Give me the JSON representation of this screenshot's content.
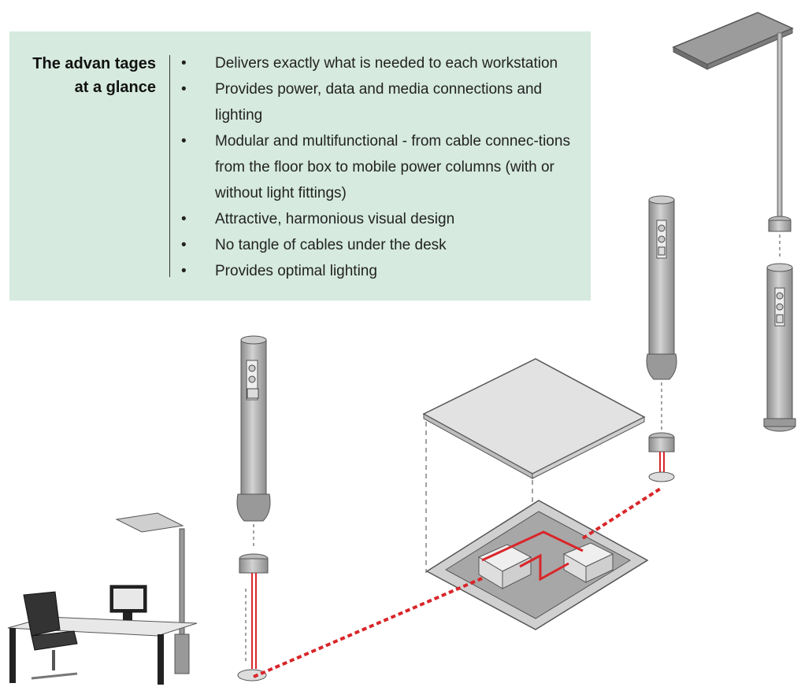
{
  "heading": {
    "line1": "The advan tages",
    "line2": "at a glance"
  },
  "bullet_symbol": "•",
  "advantages": [
    "Delivers exactly what is needed to each workstation",
    "Provides power, data and media connections and lighting",
    "Modular and multifunctional - from cable connec-tions from the floor box to mobile power columns (with or without light fittings)",
    "Attractive, harmonious visual design",
    "No tangle of cables under the desk",
    "Provides optimal lighting"
  ],
  "colors": {
    "panel": "#d6eadf",
    "cable": "#d9262a",
    "metal": "#a9a9a9"
  }
}
